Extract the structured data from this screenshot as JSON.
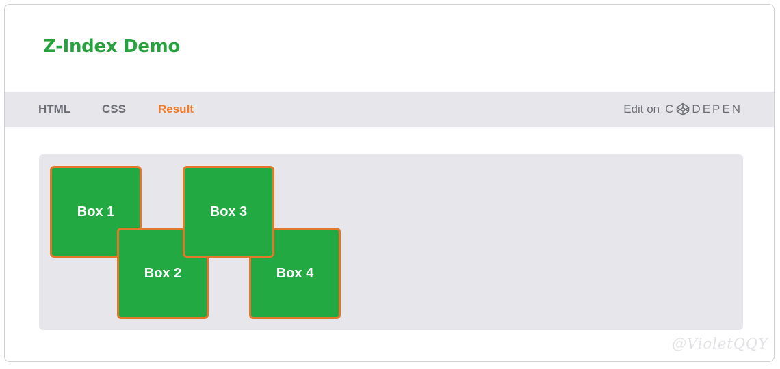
{
  "page": {
    "title": "Z-Index Demo"
  },
  "tabs": [
    {
      "label": "HTML",
      "active": false
    },
    {
      "label": "CSS",
      "active": false
    },
    {
      "label": "Result",
      "active": true
    }
  ],
  "edit_link": {
    "prefix": "Edit on",
    "brand_before": "C",
    "brand_after": "DEPEN",
    "icon": "codepen-logo-icon"
  },
  "boxes": [
    {
      "label": "Box 1"
    },
    {
      "label": "Box 2"
    },
    {
      "label": "Box 3"
    },
    {
      "label": "Box 4"
    }
  ],
  "watermark": "@VioletQQY",
  "colors": {
    "title_green": "#27a23f",
    "box_green": "#23a942",
    "box_border_orange": "#e2782c",
    "active_tab_orange": "#f37a26",
    "bar_gray": "#e6e6eb"
  }
}
